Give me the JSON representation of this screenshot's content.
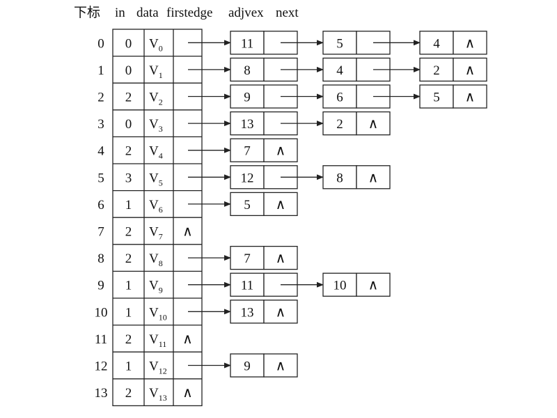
{
  "header": {
    "index_label": "下标",
    "col_in": "in",
    "col_data": "data",
    "col_firstedge": "firstedge",
    "col_adjvex": "adjvex",
    "col_next": "next"
  },
  "null_symbol": "∧",
  "vertex_letter": "V",
  "vertices": [
    {
      "index": "0",
      "in": "0",
      "sub": "0",
      "edges": [
        "11",
        "5",
        "4"
      ]
    },
    {
      "index": "1",
      "in": "0",
      "sub": "1",
      "edges": [
        "8",
        "4",
        "2"
      ]
    },
    {
      "index": "2",
      "in": "2",
      "sub": "2",
      "edges": [
        "9",
        "6",
        "5"
      ]
    },
    {
      "index": "3",
      "in": "0",
      "sub": "3",
      "edges": [
        "13",
        "2"
      ]
    },
    {
      "index": "4",
      "in": "2",
      "sub": "4",
      "edges": [
        "7"
      ]
    },
    {
      "index": "5",
      "in": "3",
      "sub": "5",
      "edges": [
        "12",
        "8"
      ]
    },
    {
      "index": "6",
      "in": "1",
      "sub": "6",
      "edges": [
        "5"
      ]
    },
    {
      "index": "7",
      "in": "2",
      "sub": "7",
      "edges": []
    },
    {
      "index": "8",
      "in": "2",
      "sub": "8",
      "edges": [
        "7"
      ]
    },
    {
      "index": "9",
      "in": "1",
      "sub": "9",
      "edges": [
        "11",
        "10"
      ]
    },
    {
      "index": "10",
      "in": "1",
      "sub": "10",
      "edges": [
        "13"
      ]
    },
    {
      "index": "11",
      "in": "2",
      "sub": "11",
      "edges": []
    },
    {
      "index": "12",
      "in": "1",
      "sub": "12",
      "edges": [
        "9"
      ]
    },
    {
      "index": "13",
      "in": "2",
      "sub": "13",
      "edges": []
    }
  ]
}
